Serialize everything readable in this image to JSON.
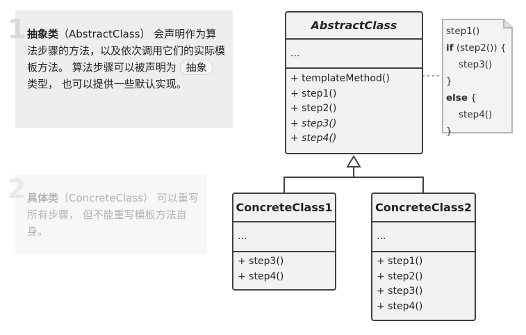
{
  "callouts": [
    {
      "number": "1",
      "bold": "抽象类",
      "text": "（AbstractClass） 会声明作为算法步骤的方法，以及依次调用它们的实际模板方法。 算法步骤可以被声明为",
      "pill": "抽象",
      "text_after": "类型， 也可以提供一些默认实现。"
    },
    {
      "number": "2",
      "bold": "具体类",
      "text": "（ConcreteClass） 可以重写所有步骤， 但不能重写模板方法自身。"
    }
  ],
  "abstract_class": {
    "name": "AbstractClass",
    "fields": "...",
    "methods": [
      "+ templateMethod()",
      "+ step1()",
      "+ step2()",
      "+ step3()",
      "+ step4()"
    ],
    "italic_methods": [
      false,
      false,
      false,
      true,
      true
    ]
  },
  "concrete1": {
    "name": "ConcreteClass1",
    "fields": "...",
    "methods": [
      "+ step3()",
      "+ step4()"
    ]
  },
  "concrete2": {
    "name": "ConcreteClass2",
    "fields": "...",
    "methods": [
      "+ step1()",
      "+ step2()",
      "+ step3()",
      "+ step4()"
    ]
  },
  "note": {
    "lines": [
      "step1()",
      "if (step2()) {",
      "step3()",
      "}",
      "else {",
      "step4()",
      "}"
    ]
  },
  "colors": {
    "box_fill": "#f2f2f2",
    "box_border": "#404040",
    "note_fill": "#f3f3f3",
    "note_border": "#b3b3b3"
  }
}
